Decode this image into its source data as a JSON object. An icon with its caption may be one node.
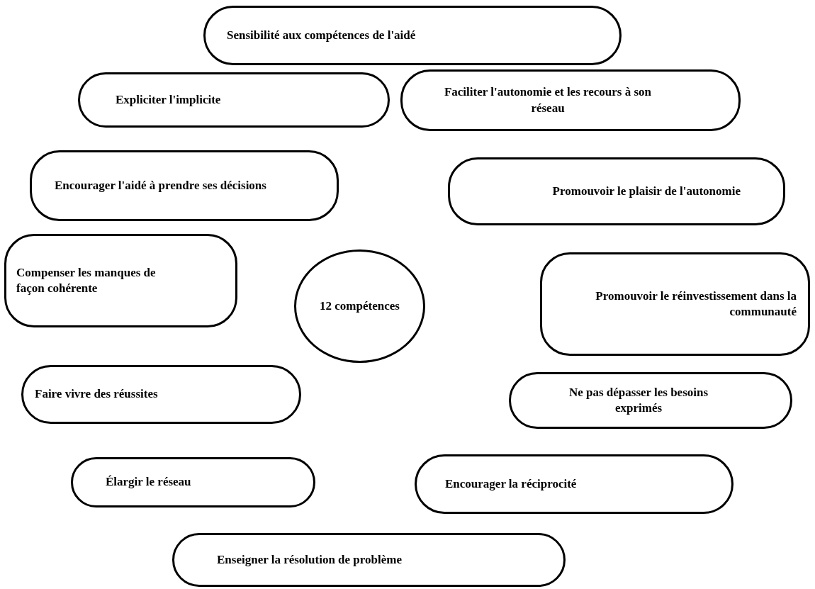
{
  "diagram": {
    "nodes": [
      {
        "text": [
          "Sensibilité aux compétences de l'aidé"
        ]
      },
      {
        "text": [
          "Expliciter l'implicite"
        ]
      },
      {
        "text": [
          "Faciliter l'autonomie et les recours à son réseau"
        ]
      },
      {
        "text": [
          "Encourager l'aidé à prendre ses décisions"
        ]
      },
      {
        "text": [
          "Promouvoir le plaisir de l'autonomie"
        ]
      },
      {
        "text": [
          "Compenser les manques de façon cohérente"
        ]
      },
      {
        "text": [
          "12 compétences"
        ]
      },
      {
        "text": [
          "Promouvoir le réinvestissement dans la communauté"
        ]
      },
      {
        "text": [
          "Faire vivre des réussites"
        ]
      },
      {
        "text": [
          "Ne pas dépasser les besoins exprimés"
        ]
      },
      {
        "text": [
          "Élargir le réseau"
        ]
      },
      {
        "text": [
          "Encourager la réciprocité"
        ]
      },
      {
        "text": [
          "Enseigner la résolution de problème"
        ]
      }
    ]
  }
}
